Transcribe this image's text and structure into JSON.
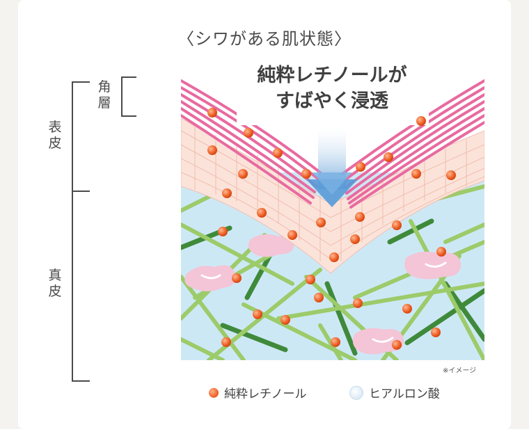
{
  "title": "〈シワがある肌状態〉",
  "labels": {
    "kakusou": "角層",
    "hyouhi": "表皮",
    "shinpi": "真皮"
  },
  "headline": {
    "line1": "純粋レチノールが",
    "line2": "すばやく浸透"
  },
  "note": "※イメージ",
  "legend": {
    "retinol": "純粋レチノール",
    "hyaluronic": "ヒアルロン酸"
  },
  "colors": {
    "dermis_bg": "#cde8f5",
    "collagen": "#9ccb6a",
    "elastin": "#3f8a3a",
    "stratum_corneum": "#e86aa0",
    "epidermis_cell": "#fbe3da",
    "retinol": "#ec5a20",
    "hyaluronic_pink": "#f4c4d7",
    "arrow": "#5a9ad6"
  }
}
